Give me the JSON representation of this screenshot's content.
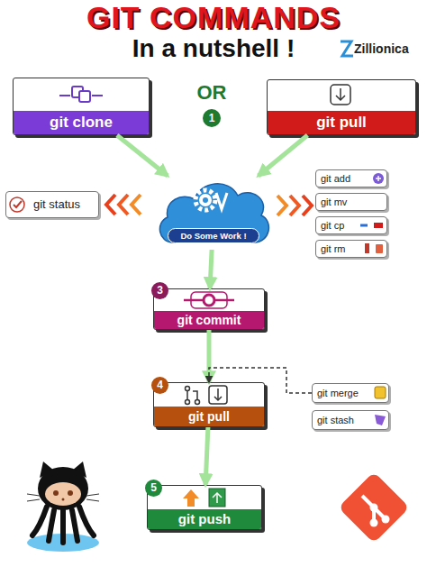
{
  "diagram": {
    "title": "GIT COMMANDS",
    "nodes": [
      {
        "text": [
          "git clone"
        ]
      },
      {
        "text": [
          "git pull"
        ]
      },
      {
        "text": [
          "Do Some Work !"
        ]
      },
      {
        "text": [
          "git status"
        ]
      },
      {
        "text": [
          "git add"
        ]
      },
      {
        "text": [
          "git mv"
        ]
      },
      {
        "text": [
          "git cp"
        ]
      },
      {
        "text": [
          "git rm"
        ]
      },
      {
        "text": [
          "git commit"
        ]
      },
      {
        "text": [
          "git pull"
        ]
      },
      {
        "text": [
          "git merge"
        ]
      },
      {
        "text": [
          "git stash"
        ]
      },
      {
        "text": [
          "git push"
        ]
      }
    ],
    "edges": [
      {
        "from": 0,
        "to": 2,
        "arrow": "to"
      },
      {
        "from": 1,
        "to": 2,
        "arrow": "to"
      },
      {
        "from": 2,
        "to": 8,
        "arrow": "to"
      },
      {
        "from": 8,
        "to": 9,
        "arrow": "to"
      },
      {
        "from": 9,
        "to": 12,
        "arrow": "to"
      },
      {
        "from": 10,
        "to": 9,
        "arrow": "to"
      }
    ],
    "labels": [
      "In a nutshell !",
      "Zillionica",
      "OR",
      "1",
      "3",
      "4",
      "5"
    ]
  }
}
